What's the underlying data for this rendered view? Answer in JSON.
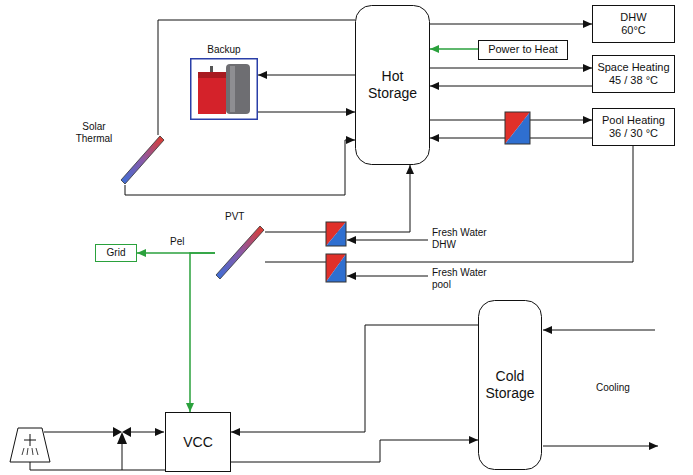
{
  "diagram": {
    "nodes": [
      {
        "text": [
          "Hot Storage"
        ]
      },
      {
        "text": [
          "DHW 60°C"
        ]
      },
      {
        "text": [
          "Power to Heat"
        ]
      },
      {
        "text": [
          "Space Heating 45 / 38 °C"
        ]
      },
      {
        "text": [
          "Backup"
        ]
      },
      {
        "text": [
          "Pool Heating 36 / 30 °C"
        ]
      },
      {
        "text": [
          "Solar Thermal"
        ]
      },
      {
        "text": [
          "PVT"
        ]
      },
      {
        "text": [
          "Grid"
        ]
      },
      {
        "text": [
          "Cold Storage"
        ]
      },
      {
        "text": [
          "VCC"
        ]
      }
    ],
    "edges": [
      {
        "from": 0,
        "to": 1,
        "arrow": "to"
      },
      {
        "from": 2,
        "to": 0,
        "arrow": "to"
      },
      {
        "from": 0,
        "to": 3,
        "arrow": "to"
      },
      {
        "from": 3,
        "to": 0,
        "arrow": "to"
      },
      {
        "from": 0,
        "to": 4,
        "arrow": "to"
      },
      {
        "from": 4,
        "to": 0,
        "arrow": "to"
      },
      {
        "from": 0,
        "to": 6,
        "arrow": "none"
      },
      {
        "from": 6,
        "to": 0,
        "arrow": "to"
      },
      {
        "from": 0,
        "to": 5,
        "arrow": "to"
      },
      {
        "from": 5,
        "to": 0,
        "arrow": "to"
      },
      {
        "from": 7,
        "to": 0,
        "arrow": "to"
      },
      {
        "from": 7,
        "to": 5,
        "arrow": "none"
      },
      {
        "from": 7,
        "to": 8,
        "arrow": "to"
      },
      {
        "from": 7,
        "to": 10,
        "arrow": "to"
      },
      {
        "from": 9,
        "to": 10,
        "arrow": "to"
      },
      {
        "from": 10,
        "to": 9,
        "arrow": "to"
      }
    ],
    "labels": [
      "Pel",
      "Fresh Water DHW",
      "Fresh Water pool",
      "Cooling"
    ]
  }
}
